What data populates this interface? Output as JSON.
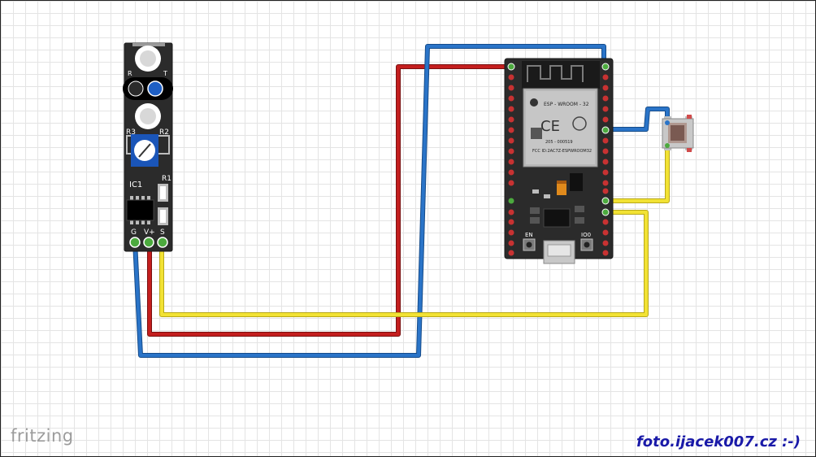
{
  "watermark": {
    "brand": "fritzing",
    "credit": "foto.ijacek007.cz :-)"
  },
  "sensor_module": {
    "label_r": "R",
    "label_t": "T",
    "label_r3": "R3",
    "label_r2": "R2",
    "label_ic1": "IC1",
    "label_r1": "R1",
    "pin_g": "G",
    "pin_v": "V+",
    "pin_s": "S"
  },
  "esp32": {
    "module_name": "ESP - WROOM - 32",
    "cert_line": "205 - 000519",
    "fcc_line": "FCC ID:2AC7Z-ESPWROOM32",
    "ce_mark": "CE",
    "button_en": "EN",
    "button_io0": "IO0"
  },
  "colors": {
    "wire_red": "#c41e1e",
    "wire_blue": "#2a74c8",
    "wire_yellow": "#f2e234",
    "board": "#2b2b2b",
    "credit": "#1a1aa8"
  }
}
